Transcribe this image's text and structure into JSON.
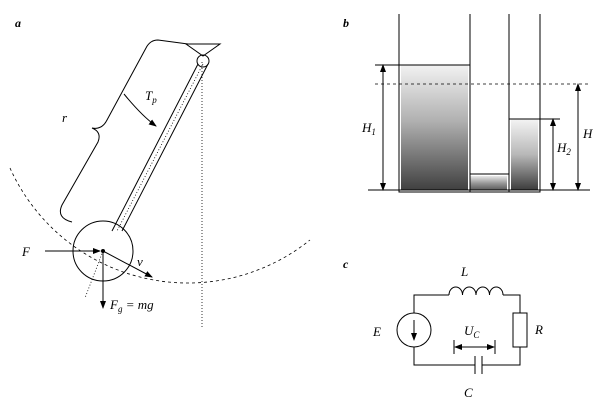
{
  "panels": {
    "a": "a",
    "b": "b",
    "c": "c"
  },
  "pendulum": {
    "length_label": "r",
    "friction_torque": "T",
    "friction_torque_sub": "p",
    "force_label": "F",
    "velocity_label": "v",
    "gravity_main": "F",
    "gravity_sub": "g",
    "gravity_rhs": " = mg"
  },
  "tanks": {
    "h1_main": "H",
    "h1_sub": "1",
    "h2_main": "H",
    "h2_sub": "2",
    "h_label": "H"
  },
  "circuit": {
    "inductor": "L",
    "resistor": "R",
    "source": "E",
    "capacitor": "C",
    "voltage_main": "U",
    "voltage_sub": "C"
  }
}
